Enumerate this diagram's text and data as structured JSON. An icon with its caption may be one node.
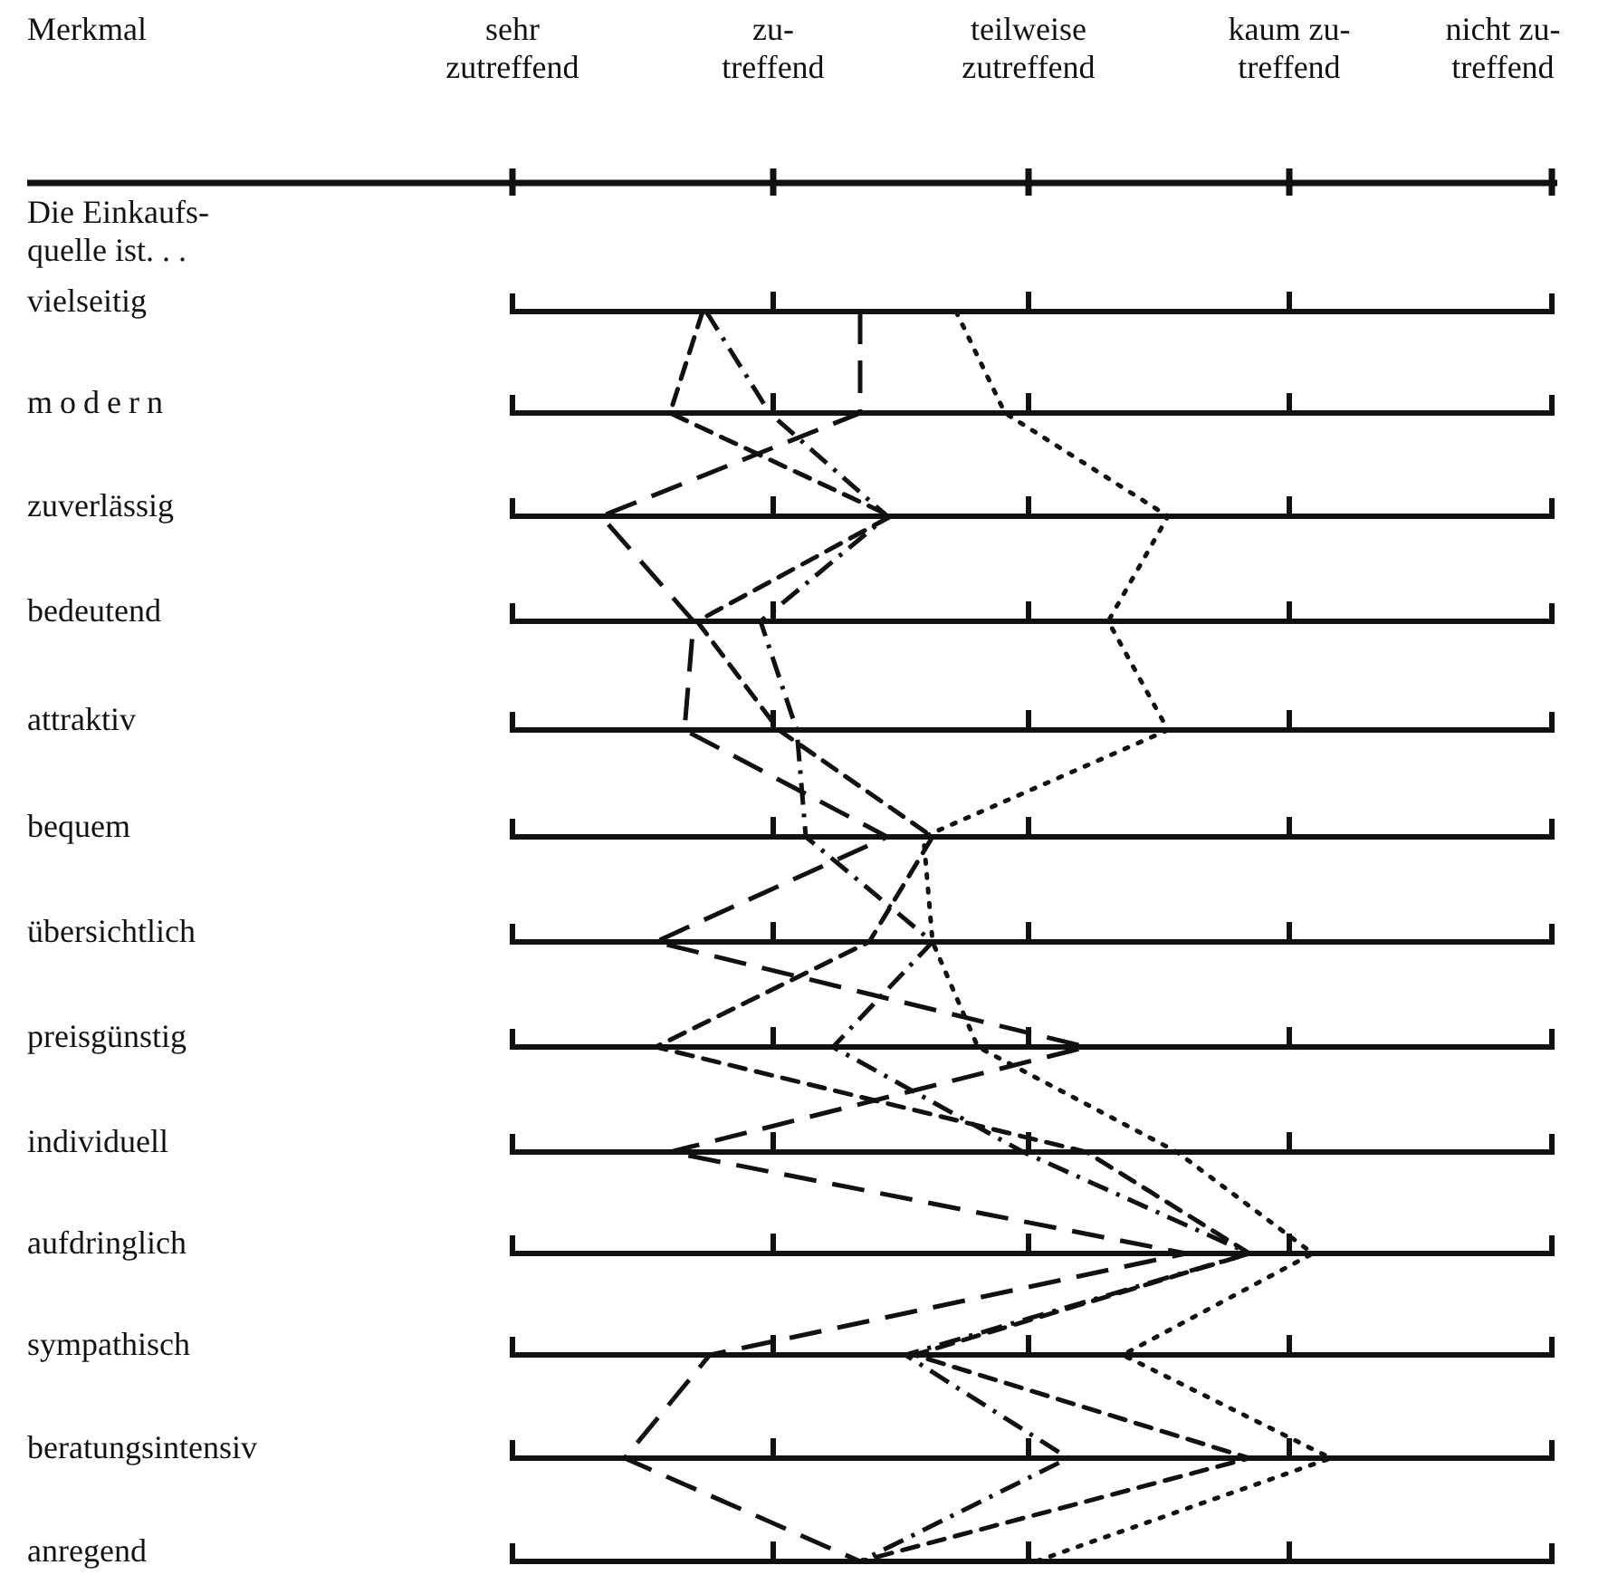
{
  "diagram": {
    "labels": [
      "Merkmal",
      "sehr zutreffend",
      "zu- treffend",
      "teilweise zutreffend",
      "kaum zu- treffend",
      "nicht zu- treffend",
      "Die Einkaufs- quelle ist. . .",
      "vielseitig",
      "modern",
      "zuverlässig",
      "bedeutend",
      "attraktiv",
      "bequem",
      "übersichtlich",
      "preisgünstig",
      "individuell",
      "aufdringlich",
      "sympathisch",
      "beratungsintensiv",
      "anregend"
    ]
  }
}
